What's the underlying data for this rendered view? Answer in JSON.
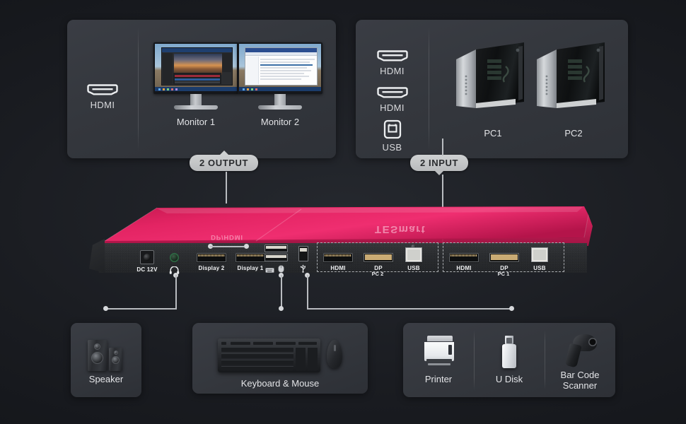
{
  "output_panel": {
    "connector_label": "HDMI",
    "connector_icon": "hdmi-icon",
    "monitors": [
      {
        "label": "Monitor 1",
        "screen_content": "video-editing-app"
      },
      {
        "label": "Monitor 2",
        "screen_content": "file-explorer-window"
      }
    ],
    "badge": {
      "text": "2 OUTPUT",
      "arrow": "up"
    }
  },
  "input_panel": {
    "connectors": [
      {
        "label": "HDMI",
        "icon": "hdmi-icon"
      },
      {
        "label": "HDMI",
        "icon": "hdmi-icon"
      },
      {
        "label": "USB",
        "icon": "usb-b-icon"
      }
    ],
    "computers": [
      {
        "label": "PC1",
        "icon": "desktop-tower-icon"
      },
      {
        "label": "PC2",
        "icon": "desktop-tower-icon"
      }
    ],
    "badge": {
      "text": "2 INPUT",
      "arrow": "down"
    }
  },
  "device": {
    "brand_top": "TESmart",
    "brand_side": "DP/HDMI",
    "chassis_color": "#d81e5b",
    "ports": [
      {
        "id": "dc",
        "label": "DC 12V",
        "type": "dc-power-jack"
      },
      {
        "id": "audio",
        "label": "",
        "type": "audio-jack",
        "icon": "headphone-icon"
      },
      {
        "id": "display2",
        "label": "Display 2",
        "type": "hdmi-out"
      },
      {
        "id": "display1",
        "label": "Display 1",
        "type": "hdmi-out"
      },
      {
        "id": "usb-hid",
        "label": "",
        "type": "usb-a-stack",
        "icon": "keyboard-mouse-icon"
      },
      {
        "id": "usb-periph",
        "label": "",
        "type": "usb-a",
        "icon": "usb-icon"
      }
    ],
    "input_groups": [
      {
        "group": "PC 2",
        "ports": [
          "HDMI",
          "DP",
          "USB"
        ]
      },
      {
        "group": "PC 1",
        "ports": [
          "HDMI",
          "DP",
          "USB"
        ]
      }
    ]
  },
  "peripherals": [
    {
      "label": "Speaker",
      "icon": "speaker-icon"
    },
    {
      "label": "Keyboard & Mouse",
      "icon": "keyboard-mouse-icon"
    },
    {
      "label": "Printer",
      "icon": "printer-icon"
    },
    {
      "label": "U Disk",
      "icon": "usb-flash-drive-icon"
    },
    {
      "label": "Bar Code\nScanner",
      "label_line1": "Bar Code",
      "label_line2": "Scanner",
      "icon": "barcode-scanner-icon"
    }
  ],
  "colors": {
    "background": "#14161a",
    "panel": "#35383e",
    "accent": "#d81e5b",
    "badge": "#cfd1d2",
    "text": "#e3e4e7",
    "line": "#b9bcc0"
  }
}
